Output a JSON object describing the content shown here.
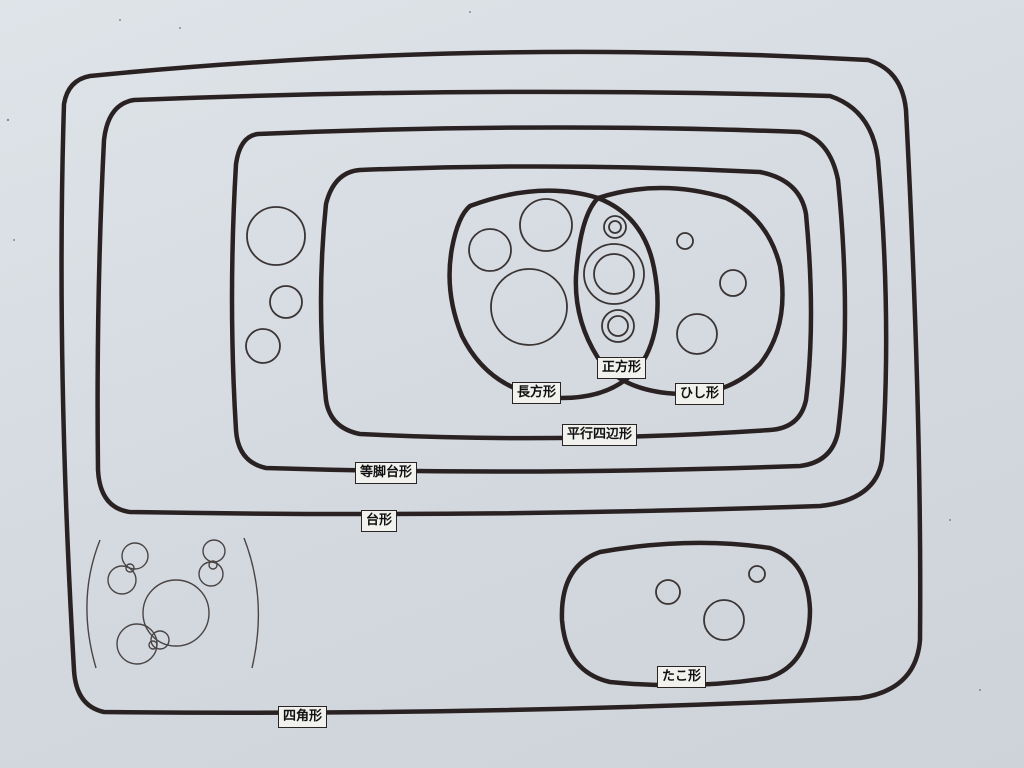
{
  "sets": [
    {
      "id": "shikakukei",
      "label": "四角形"
    },
    {
      "id": "daikei",
      "label": "台形"
    },
    {
      "id": "toukyaku_daikei",
      "label": "等脚台形"
    },
    {
      "id": "heikou_shihenkei",
      "label": "平行四辺形"
    },
    {
      "id": "choukei",
      "label": "長方形"
    },
    {
      "id": "hishigata",
      "label": "ひし形"
    },
    {
      "id": "seihoukei",
      "label": "正方形"
    },
    {
      "id": "takogata",
      "label": "たこ形"
    }
  ]
}
